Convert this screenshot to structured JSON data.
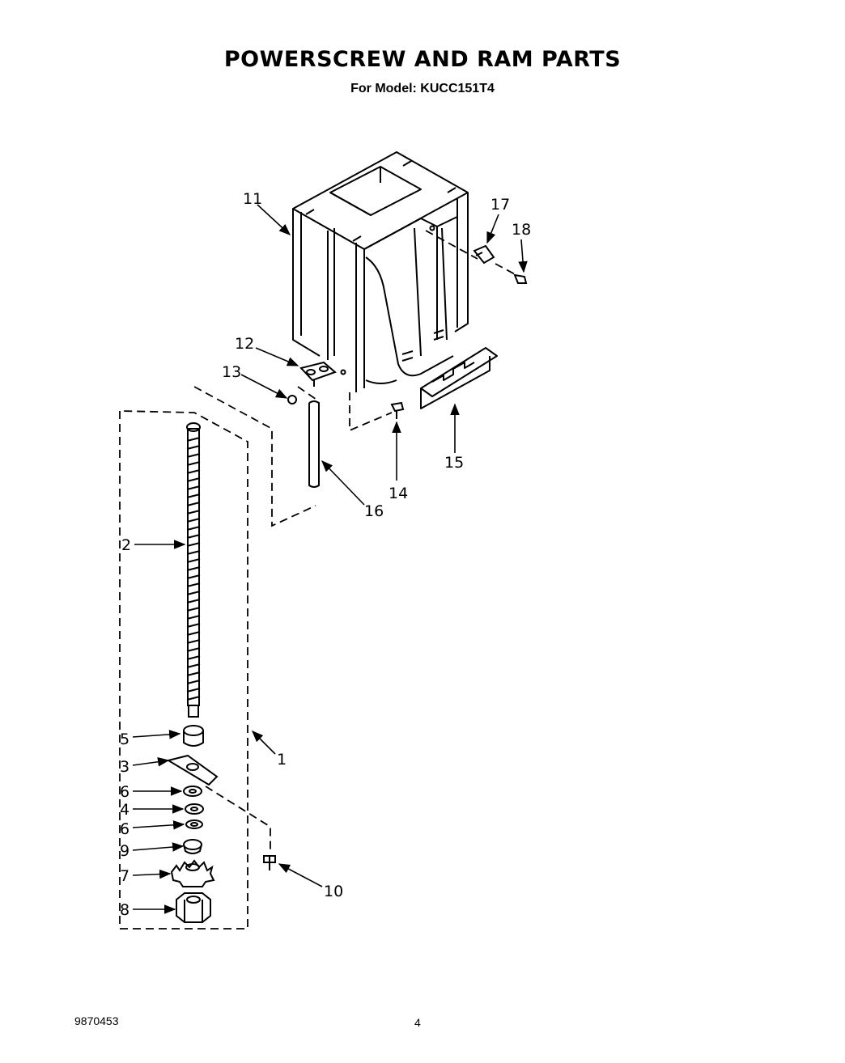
{
  "header": {
    "title": "POWERSCREW AND RAM PARTS",
    "model_line": "For Model: KUCC151T4"
  },
  "footer": {
    "document_number": "9870453",
    "page_number": "4"
  },
  "callouts": {
    "c1": "1",
    "c2": "2",
    "c3": "3",
    "c4": "4",
    "c5": "5",
    "c6a": "6",
    "c6b": "6",
    "c7": "7",
    "c8": "8",
    "c9": "9",
    "c10": "10",
    "c11": "11",
    "c12": "12",
    "c13": "13",
    "c14": "14",
    "c15": "15",
    "c16": "16",
    "c17": "17",
    "c18": "18"
  }
}
